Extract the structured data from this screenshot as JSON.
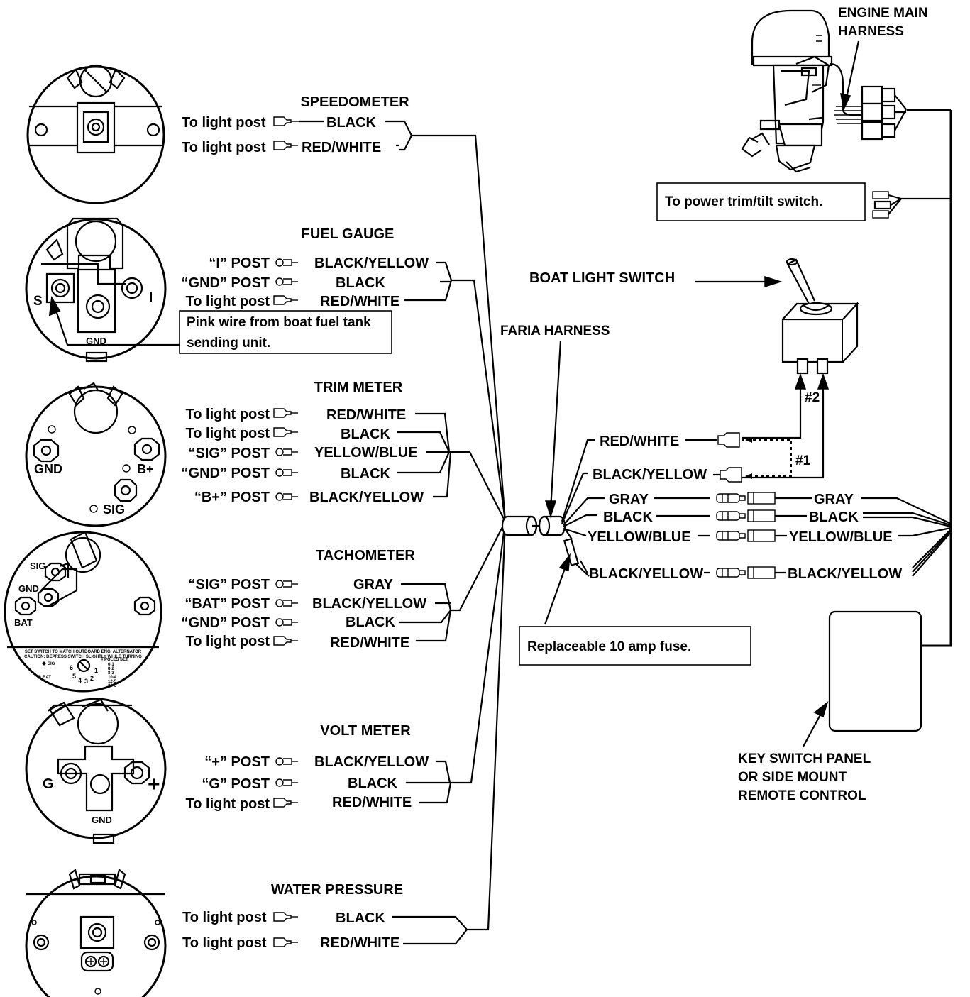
{
  "labels": {
    "engine_main_harness": [
      "ENGINE MAIN",
      "HARNESS"
    ],
    "power_trim": "To power trim/tilt switch.",
    "boat_light_switch": "BOAT LIGHT SWITCH",
    "faria_harness": "FARIA HARNESS",
    "fuse": "Replaceable 10 amp fuse.",
    "key_switch": [
      "KEY SWITCH PANEL",
      "OR SIDE MOUNT",
      "REMOTE CONTROL"
    ],
    "pink_wire": [
      "Pink wire from boat fuel tank",
      "sending unit."
    ],
    "jumper1": "#1",
    "jumper2": "#2"
  },
  "gauges": {
    "speedometer": {
      "title": "SPEEDOMETER",
      "rows": [
        {
          "post": "To light post",
          "wire": "BLACK"
        },
        {
          "post": "To light post",
          "wire": "RED/WHITE"
        }
      ]
    },
    "fuel": {
      "title": "FUEL GAUGE",
      "rows": [
        {
          "post": "“I” POST",
          "wire": "BLACK/YELLOW"
        },
        {
          "post": "“GND” POST",
          "wire": "BLACK"
        },
        {
          "post": "To light post",
          "wire": "RED/WHITE"
        }
      ],
      "face": {
        "s": "S",
        "i": "I",
        "gnd": "GND"
      }
    },
    "trim": {
      "title": "TRIM METER",
      "rows": [
        {
          "post": "To light post",
          "wire": "RED/WHITE"
        },
        {
          "post": "To light post",
          "wire": "BLACK"
        },
        {
          "post": "“SIG” POST",
          "wire": "YELLOW/BLUE"
        },
        {
          "post": "“GND” POST",
          "wire": "BLACK"
        },
        {
          "post": "“B+” POST",
          "wire": "BLACK/YELLOW"
        }
      ],
      "face": {
        "gnd": "GND",
        "bplus": "B+",
        "sig": "SIG"
      }
    },
    "tach": {
      "title": "TACHOMETER",
      "rows": [
        {
          "post": "“SIG” POST",
          "wire": "GRAY"
        },
        {
          "post": "“BAT” POST",
          "wire": "BLACK/YELLOW"
        },
        {
          "post": "“GND” POST",
          "wire": "BLACK"
        },
        {
          "post": "To light post",
          "wire": "RED/WHITE"
        }
      ],
      "face": {
        "sig": "SIG",
        "gnd": "GND",
        "bat": "BAT",
        "note1": "SET SWITCH TO MATCH OUTBOARD ENG. ALTERNATOR",
        "note2": "CAUTION: DEPRESS SWITCH SLIGHTLY WHILE TURNING",
        "poles_title": "# POLES SET",
        "poles": [
          "6-1",
          "8-2",
          "8-3",
          "10-4",
          "12-5",
          "20-6"
        ],
        "dot_sig": "SIG",
        "dot_bat": "BAT",
        "dial": [
          "6",
          "5",
          "4",
          "3",
          "2",
          "1"
        ]
      }
    },
    "volt": {
      "title": "VOLT METER",
      "rows": [
        {
          "post": "“+” POST",
          "wire": "BLACK/YELLOW"
        },
        {
          "post": "“G” POST",
          "wire": "BLACK"
        },
        {
          "post": "To light post",
          "wire": "RED/WHITE"
        }
      ],
      "face": {
        "g": "G",
        "plus": "+",
        "gnd": "GND"
      }
    },
    "water": {
      "title": "WATER PRESSURE",
      "rows": [
        {
          "post": "To light post",
          "wire": "BLACK"
        },
        {
          "post": "To light post",
          "wire": "RED/WHITE"
        }
      ]
    }
  },
  "right_wires": {
    "red_white": "RED/WHITE",
    "black_yellow": "BLACK/YELLOW",
    "left": [
      "GRAY",
      "BLACK",
      "YELLOW/BLUE",
      "BLACK/YELLOW"
    ],
    "right": [
      "GRAY",
      "BLACK",
      "YELLOW/BLUE",
      "BLACK/YELLOW"
    ]
  }
}
